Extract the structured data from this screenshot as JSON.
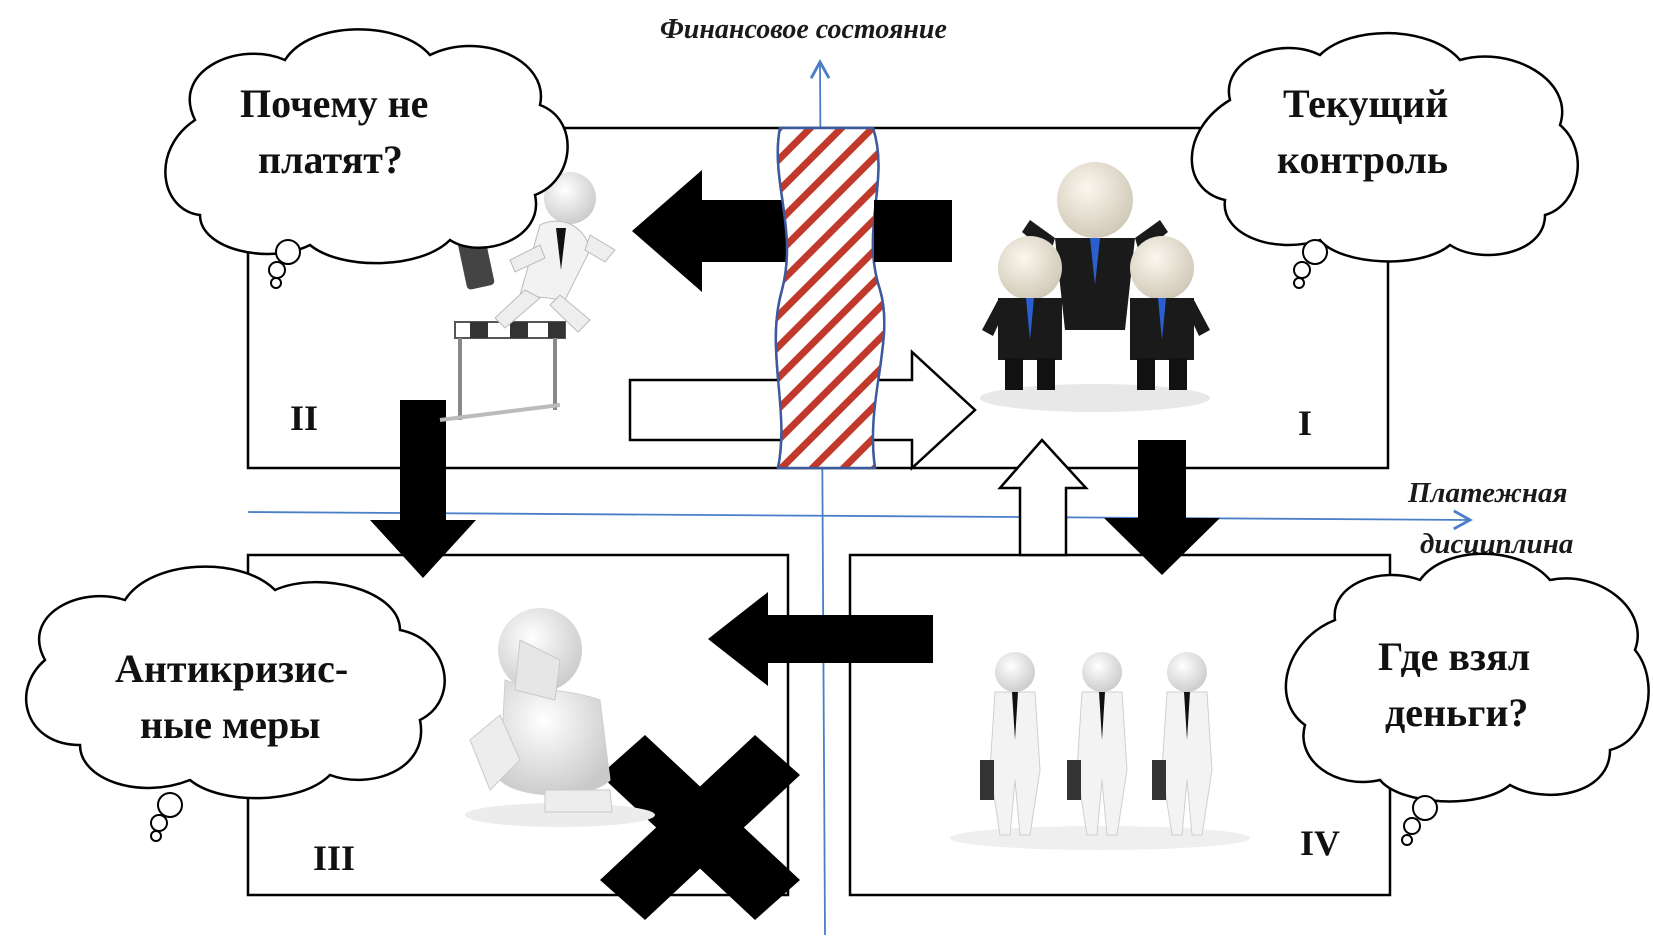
{
  "axes": {
    "vertical_label": "Финансовое состояние",
    "horizontal_label_line1": "Платежная",
    "horizontal_label_line2": "дисциплина",
    "axis_color": "#4a7fc8"
  },
  "quadrants": {
    "q1": {
      "numeral": "I"
    },
    "q2": {
      "numeral": "II"
    },
    "q3": {
      "numeral": "III"
    },
    "q4": {
      "numeral": "IV"
    }
  },
  "clouds": {
    "q2": {
      "line1": "Почему не",
      "line2": "платят?"
    },
    "q1": {
      "line1": "Текущий",
      "line2": "контроль"
    },
    "q3": {
      "line1": "Антикризис-",
      "line2": "ные меры"
    },
    "q4": {
      "line1": "Где взял",
      "line2": "деньги?"
    }
  },
  "colors": {
    "barrier_stripe": "#c0392b",
    "barrier_outline": "#3d5a9e",
    "arrow_fill": "#000000",
    "box_border": "#000000"
  },
  "icons": {
    "q2": "hurdle-runner-figure-icon",
    "q1": "business-team-figures-icon",
    "q3": "sad-sitting-figure-icon",
    "q4": "standing-businessmen-icon",
    "cross": "x-mark-icon"
  }
}
